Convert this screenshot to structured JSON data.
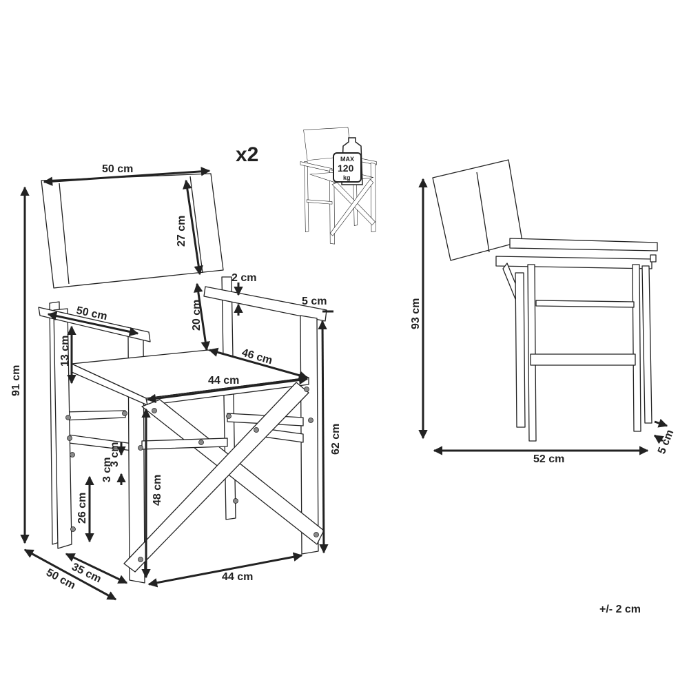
{
  "quantity": "x2",
  "max_load": {
    "line1": "MAX",
    "line2": "120",
    "line3": "kg"
  },
  "tolerance": "+/- 2 cm",
  "front_view": {
    "backrest_width": "50 cm",
    "backrest_height": "27 cm",
    "armrest_thickness": "2 cm",
    "armrest_width": "5 cm",
    "armrest_length": "50 cm",
    "armrest_to_back": "20 cm",
    "seat_depth": "46 cm",
    "seat_width": "44 cm",
    "seat_to_rail": "13 cm",
    "rail_height": "3 cm",
    "rail_to_floor": "26 cm",
    "seat_height": "48 cm",
    "armrest_height": "62 cm",
    "total_height": "91 cm",
    "base_width": "44 cm",
    "base_depth": "35 cm",
    "overall_depth": "50 cm"
  },
  "side_view": {
    "folded_height": "93 cm",
    "folded_depth": "52 cm",
    "folded_thickness": "5 cm"
  }
}
